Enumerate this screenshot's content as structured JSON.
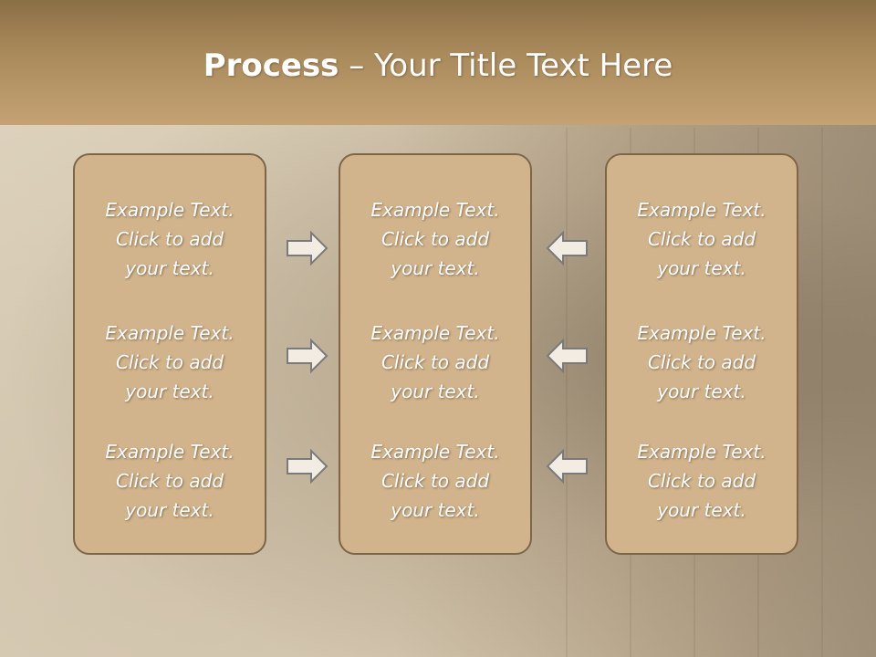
{
  "slide": {
    "title_bold": "Process",
    "title_rest": " – Your Title Text Here"
  },
  "columns": [
    {
      "items": [
        {
          "line1": "Example Text.",
          "line2": "Click  to add",
          "line3": "your text."
        },
        {
          "line1": "Example Text.",
          "line2": "Click  to add",
          "line3": "your text."
        },
        {
          "line1": "Example Text.",
          "line2": "Click  to add",
          "line3": "your text."
        }
      ]
    },
    {
      "items": [
        {
          "line1": "Example Text.",
          "line2": "Click  to add",
          "line3": "your text."
        },
        {
          "line1": "Example Text.",
          "line2": "Click  to add",
          "line3": "your text."
        },
        {
          "line1": "Example Text.",
          "line2": "Click  to add",
          "line3": "your text."
        }
      ]
    },
    {
      "items": [
        {
          "line1": "Example Text.",
          "line2": "Click  to add",
          "line3": "your text."
        },
        {
          "line1": "Example Text.",
          "line2": "Click  to add",
          "line3": "your text."
        },
        {
          "line1": "Example Text.",
          "line2": "Click  to add",
          "line3": "your text."
        }
      ]
    }
  ],
  "arrows": {
    "left_group": [
      "arrow-right-icon",
      "arrow-right-icon",
      "arrow-right-icon"
    ],
    "right_group": [
      "arrow-left-icon",
      "arrow-left-icon",
      "arrow-left-icon"
    ]
  },
  "colors": {
    "header": "#a8895a",
    "box_fill": "#d2b48c",
    "box_border": "#7d6547",
    "text": "#ffffff"
  }
}
